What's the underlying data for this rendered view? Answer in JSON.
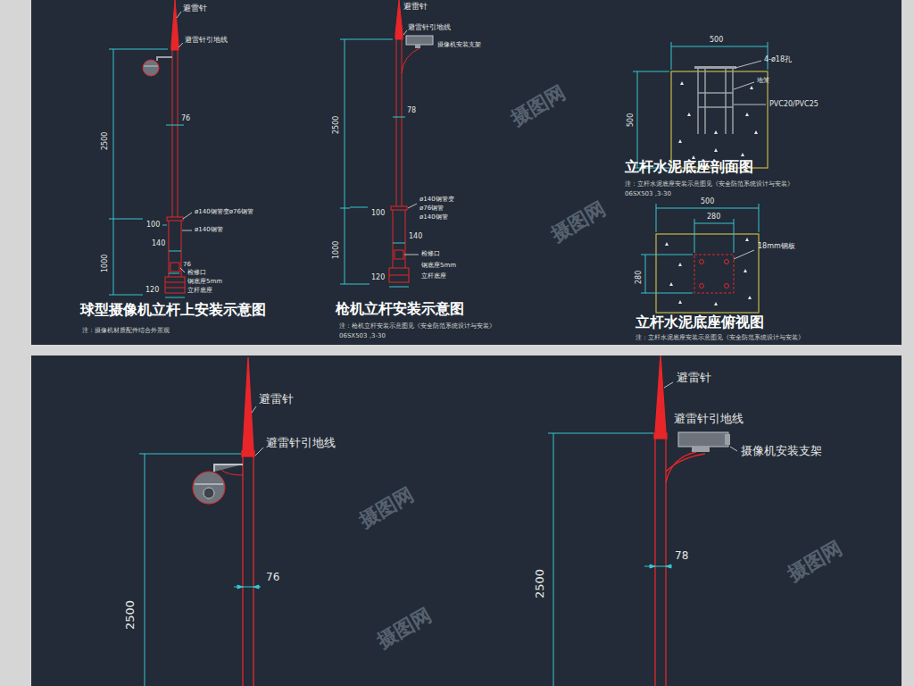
{
  "diagram": {
    "labels": [
      "避雷针",
      "避雷针引地线",
      "76",
      "2500",
      "ø140钢管变ø76钢管",
      "100",
      "ø140钢管",
      "140",
      "1000",
      "76",
      "检修口",
      "钢底座5mm",
      "120",
      "立杆底座",
      "球型摄像机立杆上安装示意图",
      "注：摄像机材质配件结合外景观",
      "避雷针",
      "避雷针引地线",
      "摄像机安装支架",
      "78",
      "2500",
      "ø140钢管变",
      "100",
      "ø76钢管",
      "ø140钢管",
      "140",
      "1000",
      "检修口",
      "钢底座5mm",
      "120",
      "立杆底座",
      "枪机立杆安装示意图",
      "注：枪机立杆安装示意图见《安全防范系统设计与安装》",
      "06SX503 ,3-30",
      "500",
      "4-ø18孔",
      "地笼",
      "PVC20/PVC25",
      "500",
      "立杆水泥底座剖面图",
      "注：立杆水泥底座安装示意图见《安全防范系统设计与安装》",
      "06SX503 ,3-30",
      "500",
      "280",
      "18mm钢板",
      "280",
      "立杆水泥底座俯视图",
      "注：立杆水泥底座安装示意图见《安全防范系统设计与安装》",
      "避雷针",
      "避雷针引地线",
      "76",
      "2500",
      "避雷针",
      "避雷针引地线",
      "摄像机安装支架",
      "78",
      "2500",
      "摄图网",
      "摄图网",
      "摄图网",
      "摄图网",
      "摄图网"
    ]
  }
}
